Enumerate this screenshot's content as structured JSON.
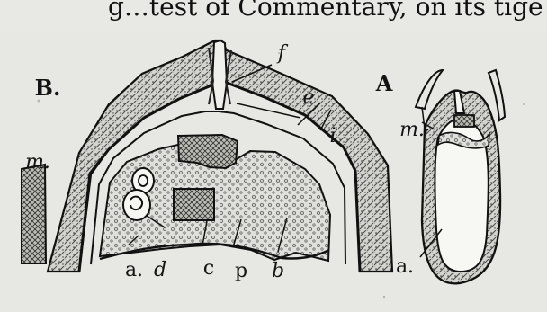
{
  "header": {
    "partial_text": "g…test of Commentary, on its tige"
  },
  "figure": {
    "panels": {
      "B": "B.",
      "A": "A"
    },
    "labels": {
      "B_f": "f",
      "B_e": "e",
      "B_i": "i",
      "B_m": "m.",
      "B_a": "a.",
      "B_d": "d",
      "B_c": "c",
      "B_p": "p",
      "B_b": "b",
      "A_m": "m.",
      "A_a": "a."
    }
  }
}
